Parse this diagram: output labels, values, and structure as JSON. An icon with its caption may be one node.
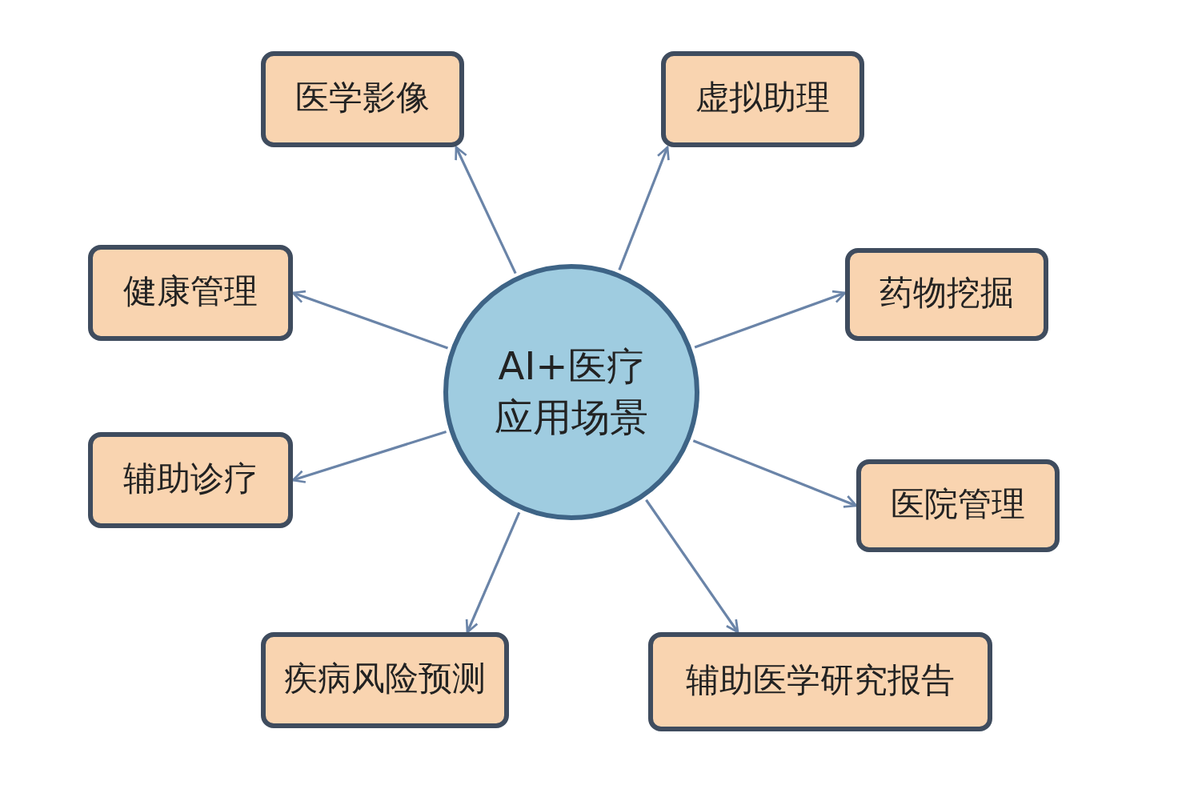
{
  "diagram": {
    "nodes": [
      {
        "text": [
          "AI+医疗应用场景"
        ]
      },
      {
        "text": [
          "医学影像"
        ]
      },
      {
        "text": [
          "虚拟助理"
        ]
      },
      {
        "text": [
          "健康管理"
        ]
      },
      {
        "text": [
          "药物挖掘"
        ]
      },
      {
        "text": [
          "辅助诊疗"
        ]
      },
      {
        "text": [
          "医院管理"
        ]
      },
      {
        "text": [
          "疾病风险预测"
        ]
      },
      {
        "text": [
          "辅助医学研究报告"
        ]
      }
    ],
    "edges": [
      {
        "from": 0,
        "to": 1,
        "arrow": "to"
      },
      {
        "from": 0,
        "to": 2,
        "arrow": "to"
      },
      {
        "from": 0,
        "to": 3,
        "arrow": "to"
      },
      {
        "from": 0,
        "to": 4,
        "arrow": "to"
      },
      {
        "from": 0,
        "to": 5,
        "arrow": "to"
      },
      {
        "from": 0,
        "to": 6,
        "arrow": "to"
      },
      {
        "from": 0,
        "to": 7,
        "arrow": "to"
      },
      {
        "from": 0,
        "to": 8,
        "arrow": "to"
      }
    ]
  }
}
